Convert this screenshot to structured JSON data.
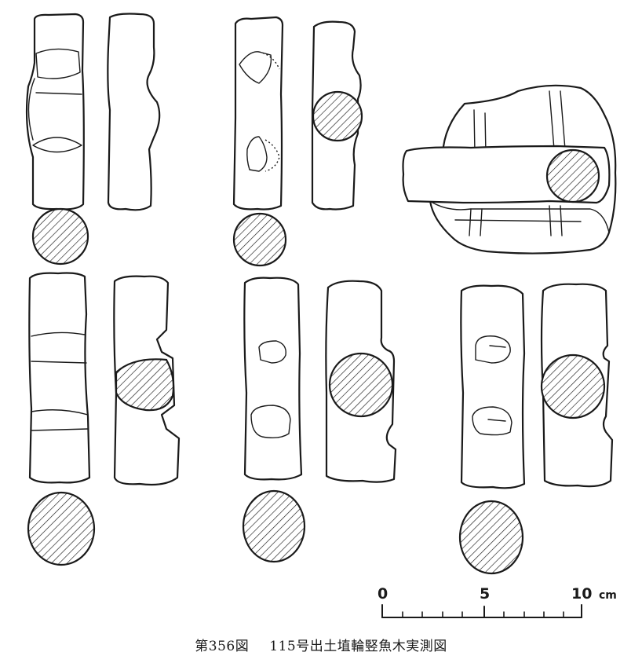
{
  "figure": {
    "caption_number": "第356図",
    "caption_title": "115号出土埴輪竪魚木実測図"
  },
  "scale_bar": {
    "label_0": "0",
    "label_5": "5",
    "label_10": "10",
    "unit": "cm"
  }
}
